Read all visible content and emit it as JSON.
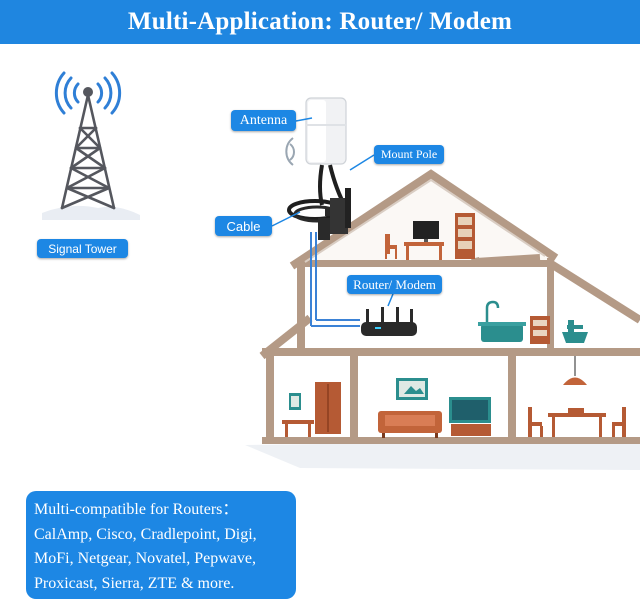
{
  "header": {
    "title": "Multi-Application: Router/ Modem"
  },
  "labels": {
    "antenna": "Antenna",
    "mount_pole": "Mount Pole",
    "cable": "Cable",
    "signal_tower": "Signal Tower",
    "router_modem": "Router/ Modem"
  },
  "info": {
    "lines": [
      "Multi-compatible for Routers：",
      "CalAmp, Cisco, Cradlepoint, Digi,",
      "MoFi, Netgear, Novatel, Pepwave,",
      "Proxicast, Sierra, ZTE & more."
    ]
  },
  "colors": {
    "header_bg": "#1f86e0",
    "label_bg": "#1d87e4",
    "house_wall": "#b49a86",
    "router_body": "#2a2a2a",
    "cable_line": "#3b82d6"
  }
}
